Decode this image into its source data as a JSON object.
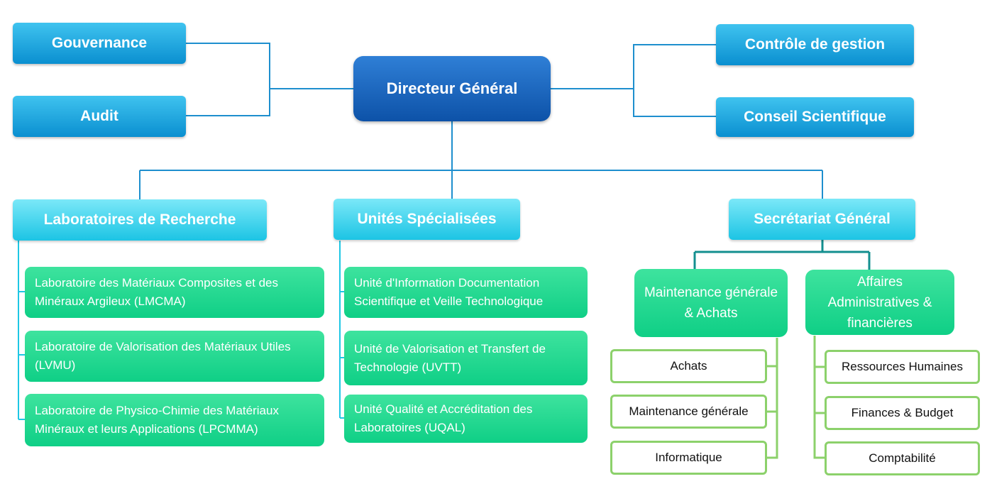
{
  "top": {
    "gouvernance": "Gouvernance",
    "audit": "Audit",
    "directeur": "Directeur Général",
    "controle": "Contrôle de gestion",
    "conseil": "Conseil Scientifique"
  },
  "laboratoires": {
    "title": "Laboratoires de Recherche",
    "items": [
      "Laboratoire des Matériaux Composites et des Minéraux Argileux (LMCMA)",
      "Laboratoire de Valorisation des Matériaux Utiles (LVMU)",
      "Laboratoire de Physico-Chimie des Matériaux Minéraux et leurs Applications (LPCMMA)"
    ]
  },
  "unites": {
    "title": "Unités Spécialisées",
    "items": [
      "Unité d'Information Documentation Scientifique et Veille Technologique",
      "Unité de Valorisation et Transfert de Technologie (UVTT)",
      "Unité Qualité et Accréditation des Laboratoires (UQAL)"
    ]
  },
  "secretariat": {
    "title": "Secrétariat Général",
    "maintenance": {
      "title": "Maintenance générale & Achats",
      "items": [
        "Achats",
        "Maintenance générale",
        "Informatique"
      ]
    },
    "affaires": {
      "title": "Affaires Administratives & financières",
      "items": [
        "Ressources Humaines",
        "Finances & Budget",
        "Comptabilité"
      ]
    }
  },
  "colors": {
    "connector_blue": "#1e8fce",
    "connector_teal": "#138f8f",
    "connector_green": "#8cd16b"
  }
}
